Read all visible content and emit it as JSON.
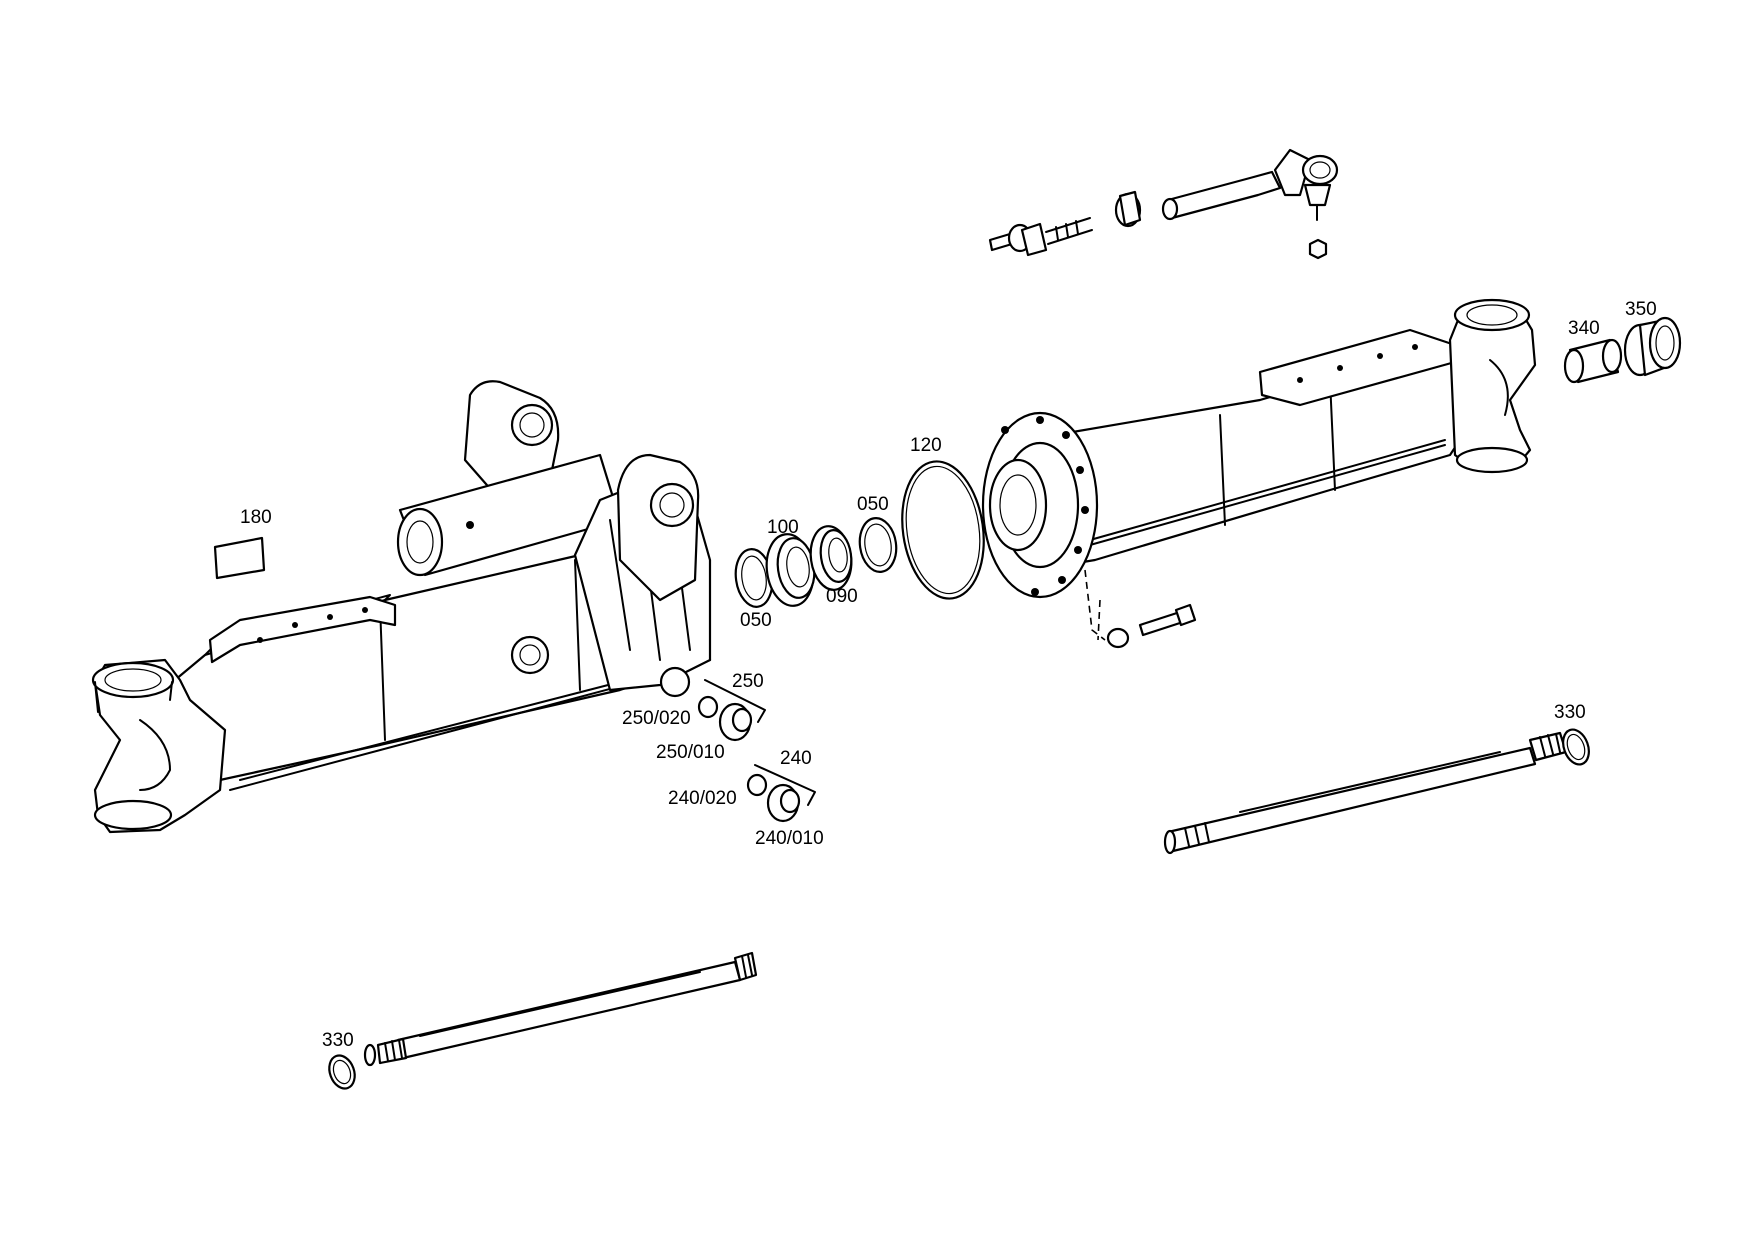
{
  "labels": {
    "p180": "180",
    "p050a": "050",
    "p100": "100",
    "p090": "090",
    "p050b": "050",
    "p120": "120",
    "p250": "250",
    "p250_020": "250/020",
    "p250_010": "250/010",
    "p240": "240",
    "p240_020": "240/020",
    "p240_010": "240/010",
    "p340": "340",
    "p350": "350",
    "p330a": "330",
    "p330b": "330"
  },
  "colors": {
    "ink": "#000000",
    "paper": "#ffffff"
  }
}
